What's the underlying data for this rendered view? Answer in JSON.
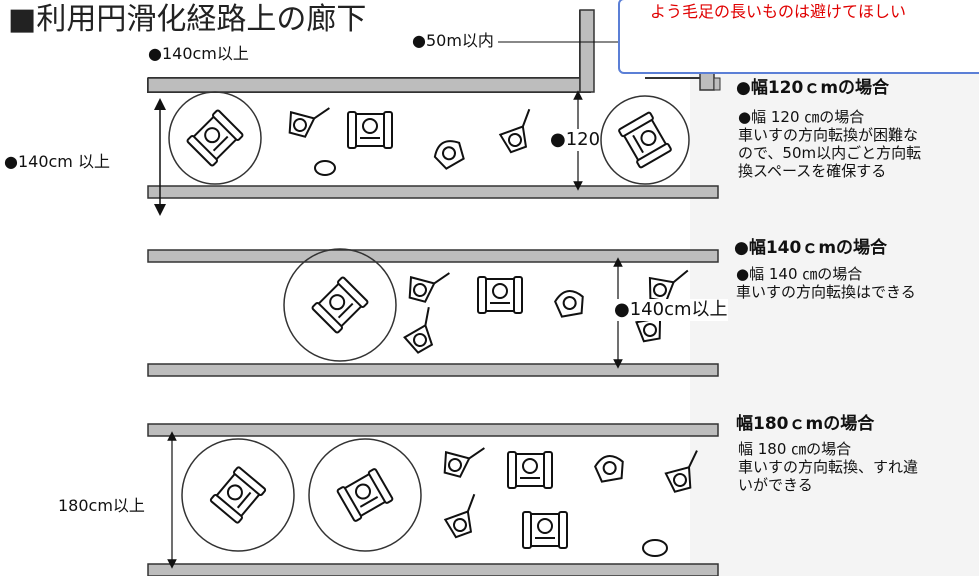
{
  "title": "■利用円滑化経路上の廊下",
  "callout": {
    "text": "よう毛足の長いものは避けてほしい"
  },
  "top_dims": {
    "min_140": "●140cm以上",
    "within_50m": "●50m以内"
  },
  "section1": {
    "side_label": "●140cm 以上",
    "inner_label": "●120",
    "heading": "●幅120ｃmの場合",
    "body": [
      "●幅 120 ㎝の場合",
      "車いすの方向転換が困難な",
      "ので、50m以内ごと方向転",
      "換スペースを確保する"
    ]
  },
  "section2": {
    "inner_label": "●140cm以上",
    "heading": "●幅140ｃmの場合",
    "body": [
      "●幅 140 ㎝の場合",
      "車いすの方向転換はできる"
    ]
  },
  "section3": {
    "side_label": "180cm以上",
    "heading": "幅180ｃmの場合",
    "body": [
      "幅 180 ㎝の場合",
      "車いすの方向転換、すれ違",
      "いができる"
    ]
  },
  "colors": {
    "wall": "#bdbdbd",
    "wall_stroke": "#333333",
    "callout_border": "#5b7fd6",
    "callout_text": "#e00000"
  }
}
